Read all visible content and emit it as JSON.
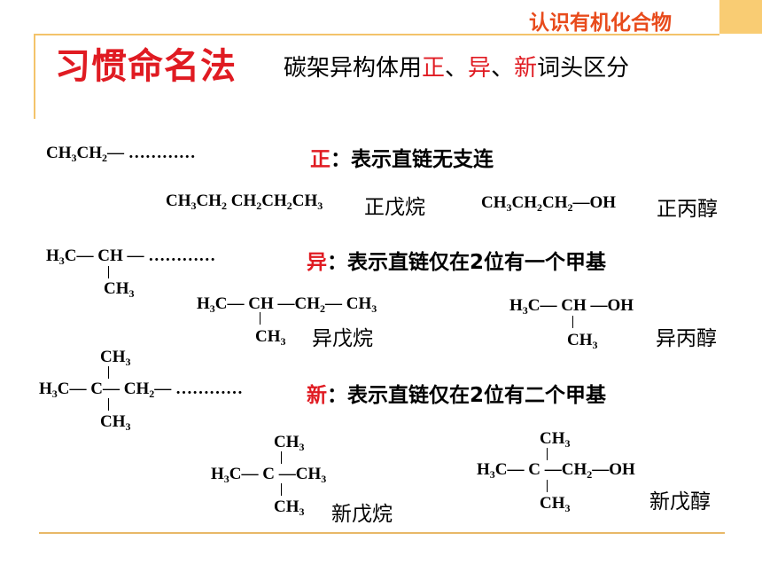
{
  "header": {
    "badge": "认识有机化合物"
  },
  "title": {
    "main": "习惯命名法",
    "subtitle_pre": "碳架异构体用",
    "p1": "正",
    "sep1": "、",
    "p2": "异",
    "sep2": "、",
    "p3": "新",
    "subtitle_post": "词头区分"
  },
  "dots": "…………",
  "rules": {
    "n": {
      "key": "正",
      "text": "：表示直链无支连"
    },
    "iso": {
      "key": "异",
      "text": "：表示直链仅在2位有一个甲基"
    },
    "neo": {
      "key": "新",
      "text": "：表示直链仅在2位有二个甲基"
    }
  },
  "names": {
    "n_pentane": "正戊烷",
    "n_propanol": "正丙醇",
    "iso_pentane": "异戊烷",
    "iso_propanol": "异丙醇",
    "neo_pentane": "新戊烷",
    "neo_pentanol": "新戊醇"
  },
  "atoms": {
    "CH3": "CH",
    "CH2": "CH",
    "CH": "CH",
    "C": "C",
    "H3C": "H",
    "OH": "OH",
    "sub2": "2",
    "sub3": "3",
    "dash": "—"
  }
}
